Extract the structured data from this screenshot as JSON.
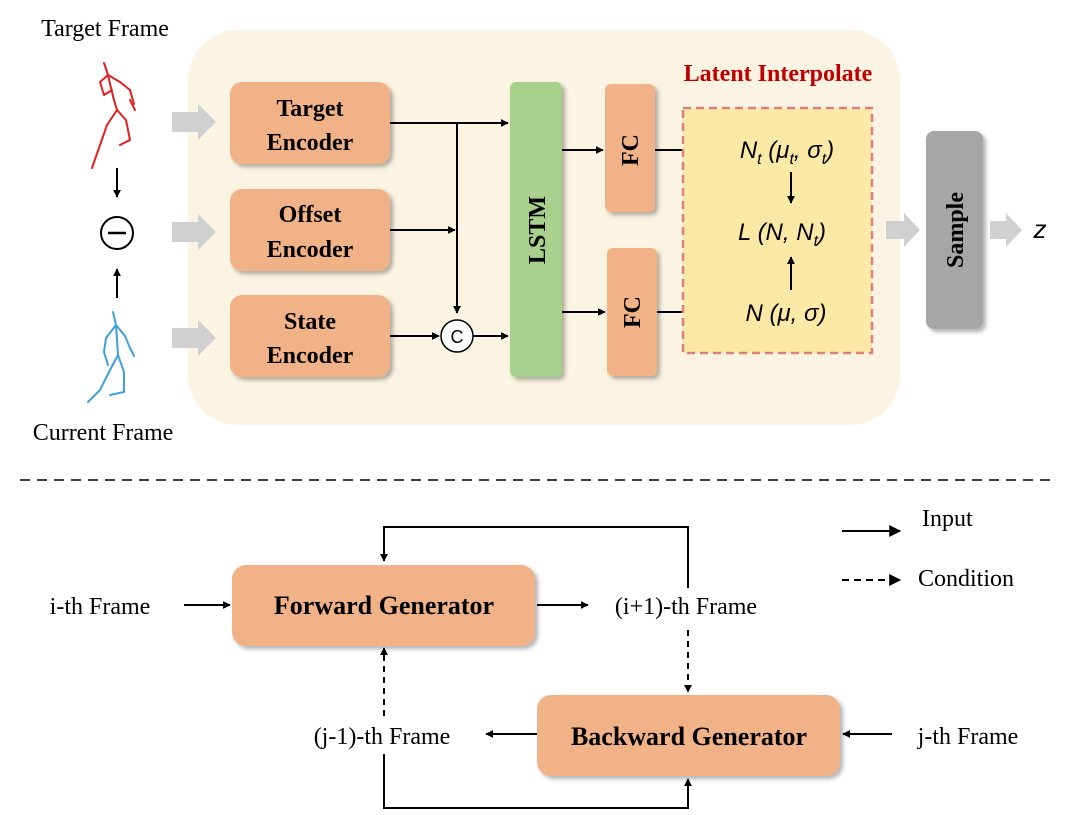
{
  "colors": {
    "panel_bg": "#fcf4e2",
    "encoder_fill": "#f2b287",
    "lstm_fill": "#a9d18e",
    "latent_box_fill": "#fde9a6",
    "latent_box_border": "#d98080",
    "sample_fill": "#a6a6a6",
    "title_red": "#c00000",
    "target_skeleton": "#e0201e",
    "current_skeleton": "#3fa0e0",
    "arrow_gray": "#d0d0d0"
  },
  "top": {
    "target_frame_label": "Target Frame",
    "current_frame_label": "Current Frame",
    "encoders": [
      {
        "line1": "Target",
        "line2": "Encoder"
      },
      {
        "line1": "Offset",
        "line2": "Encoder"
      },
      {
        "line1": "State",
        "line2": "Encoder"
      }
    ],
    "concat_symbol": "C",
    "minus_symbol": "−",
    "lstm_label": "LSTM",
    "fc_top_label": "FC",
    "fc_bottom_label": "FC",
    "latent_title": "Latent Interpolate",
    "latent_nt": {
      "prefix": "N",
      "sub": "t",
      "open": " (μ",
      "mid": ", σ",
      "close": ")"
    },
    "latent_l": {
      "prefix": "L (N, N",
      "sub": "t",
      "close": ")"
    },
    "latent_n": "N (μ, σ)",
    "sample_label": "Sample",
    "z_label": "z"
  },
  "bottom": {
    "forward_generator": "Forward Generator",
    "backward_generator": "Backward Generator",
    "i_th_frame": "i-th Frame",
    "i_plus_1_frame": "(i+1)-th Frame",
    "j_minus_1_frame": "(j-1)-th Frame",
    "j_th_frame": "j-th Frame",
    "legend_input": "Input",
    "legend_condition": "Condition"
  }
}
